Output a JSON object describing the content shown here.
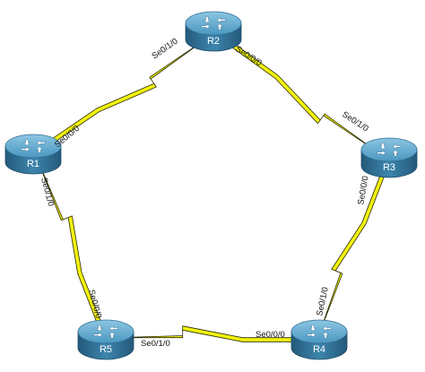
{
  "colors": {
    "link_fill": "#f2f20f",
    "link_stroke": "#2b2b00",
    "router_top": "#5ea9cf",
    "router_side": "#2e6e93",
    "router_label": "#ffffff"
  },
  "routers": [
    {
      "id": "R1",
      "label": "R1"
    },
    {
      "id": "R2",
      "label": "R2"
    },
    {
      "id": "R3",
      "label": "R3"
    },
    {
      "id": "R4",
      "label": "R4"
    },
    {
      "id": "R5",
      "label": "R5"
    }
  ],
  "links": [
    {
      "from": "R1",
      "to": "R2"
    },
    {
      "from": "R2",
      "to": "R3"
    },
    {
      "from": "R3",
      "to": "R4"
    },
    {
      "from": "R4",
      "to": "R5"
    },
    {
      "from": "R5",
      "to": "R1"
    }
  ],
  "interfaces": [
    {
      "router": "R1",
      "label": "Se0/0/0"
    },
    {
      "router": "R2",
      "label": "Se0/1/0"
    },
    {
      "router": "R2",
      "label": "Se0/0/0"
    },
    {
      "router": "R3",
      "label": "Se0/1/0"
    },
    {
      "router": "R3",
      "label": "Se0/0/0"
    },
    {
      "router": "R4",
      "label": "Se0/1/0"
    },
    {
      "router": "R4",
      "label": "Se0/0/0"
    },
    {
      "router": "R5",
      "label": "Se0/1/0"
    },
    {
      "router": "R5",
      "label": "Se0/0/0"
    },
    {
      "router": "R1",
      "label": "Se0/1/0"
    }
  ]
}
